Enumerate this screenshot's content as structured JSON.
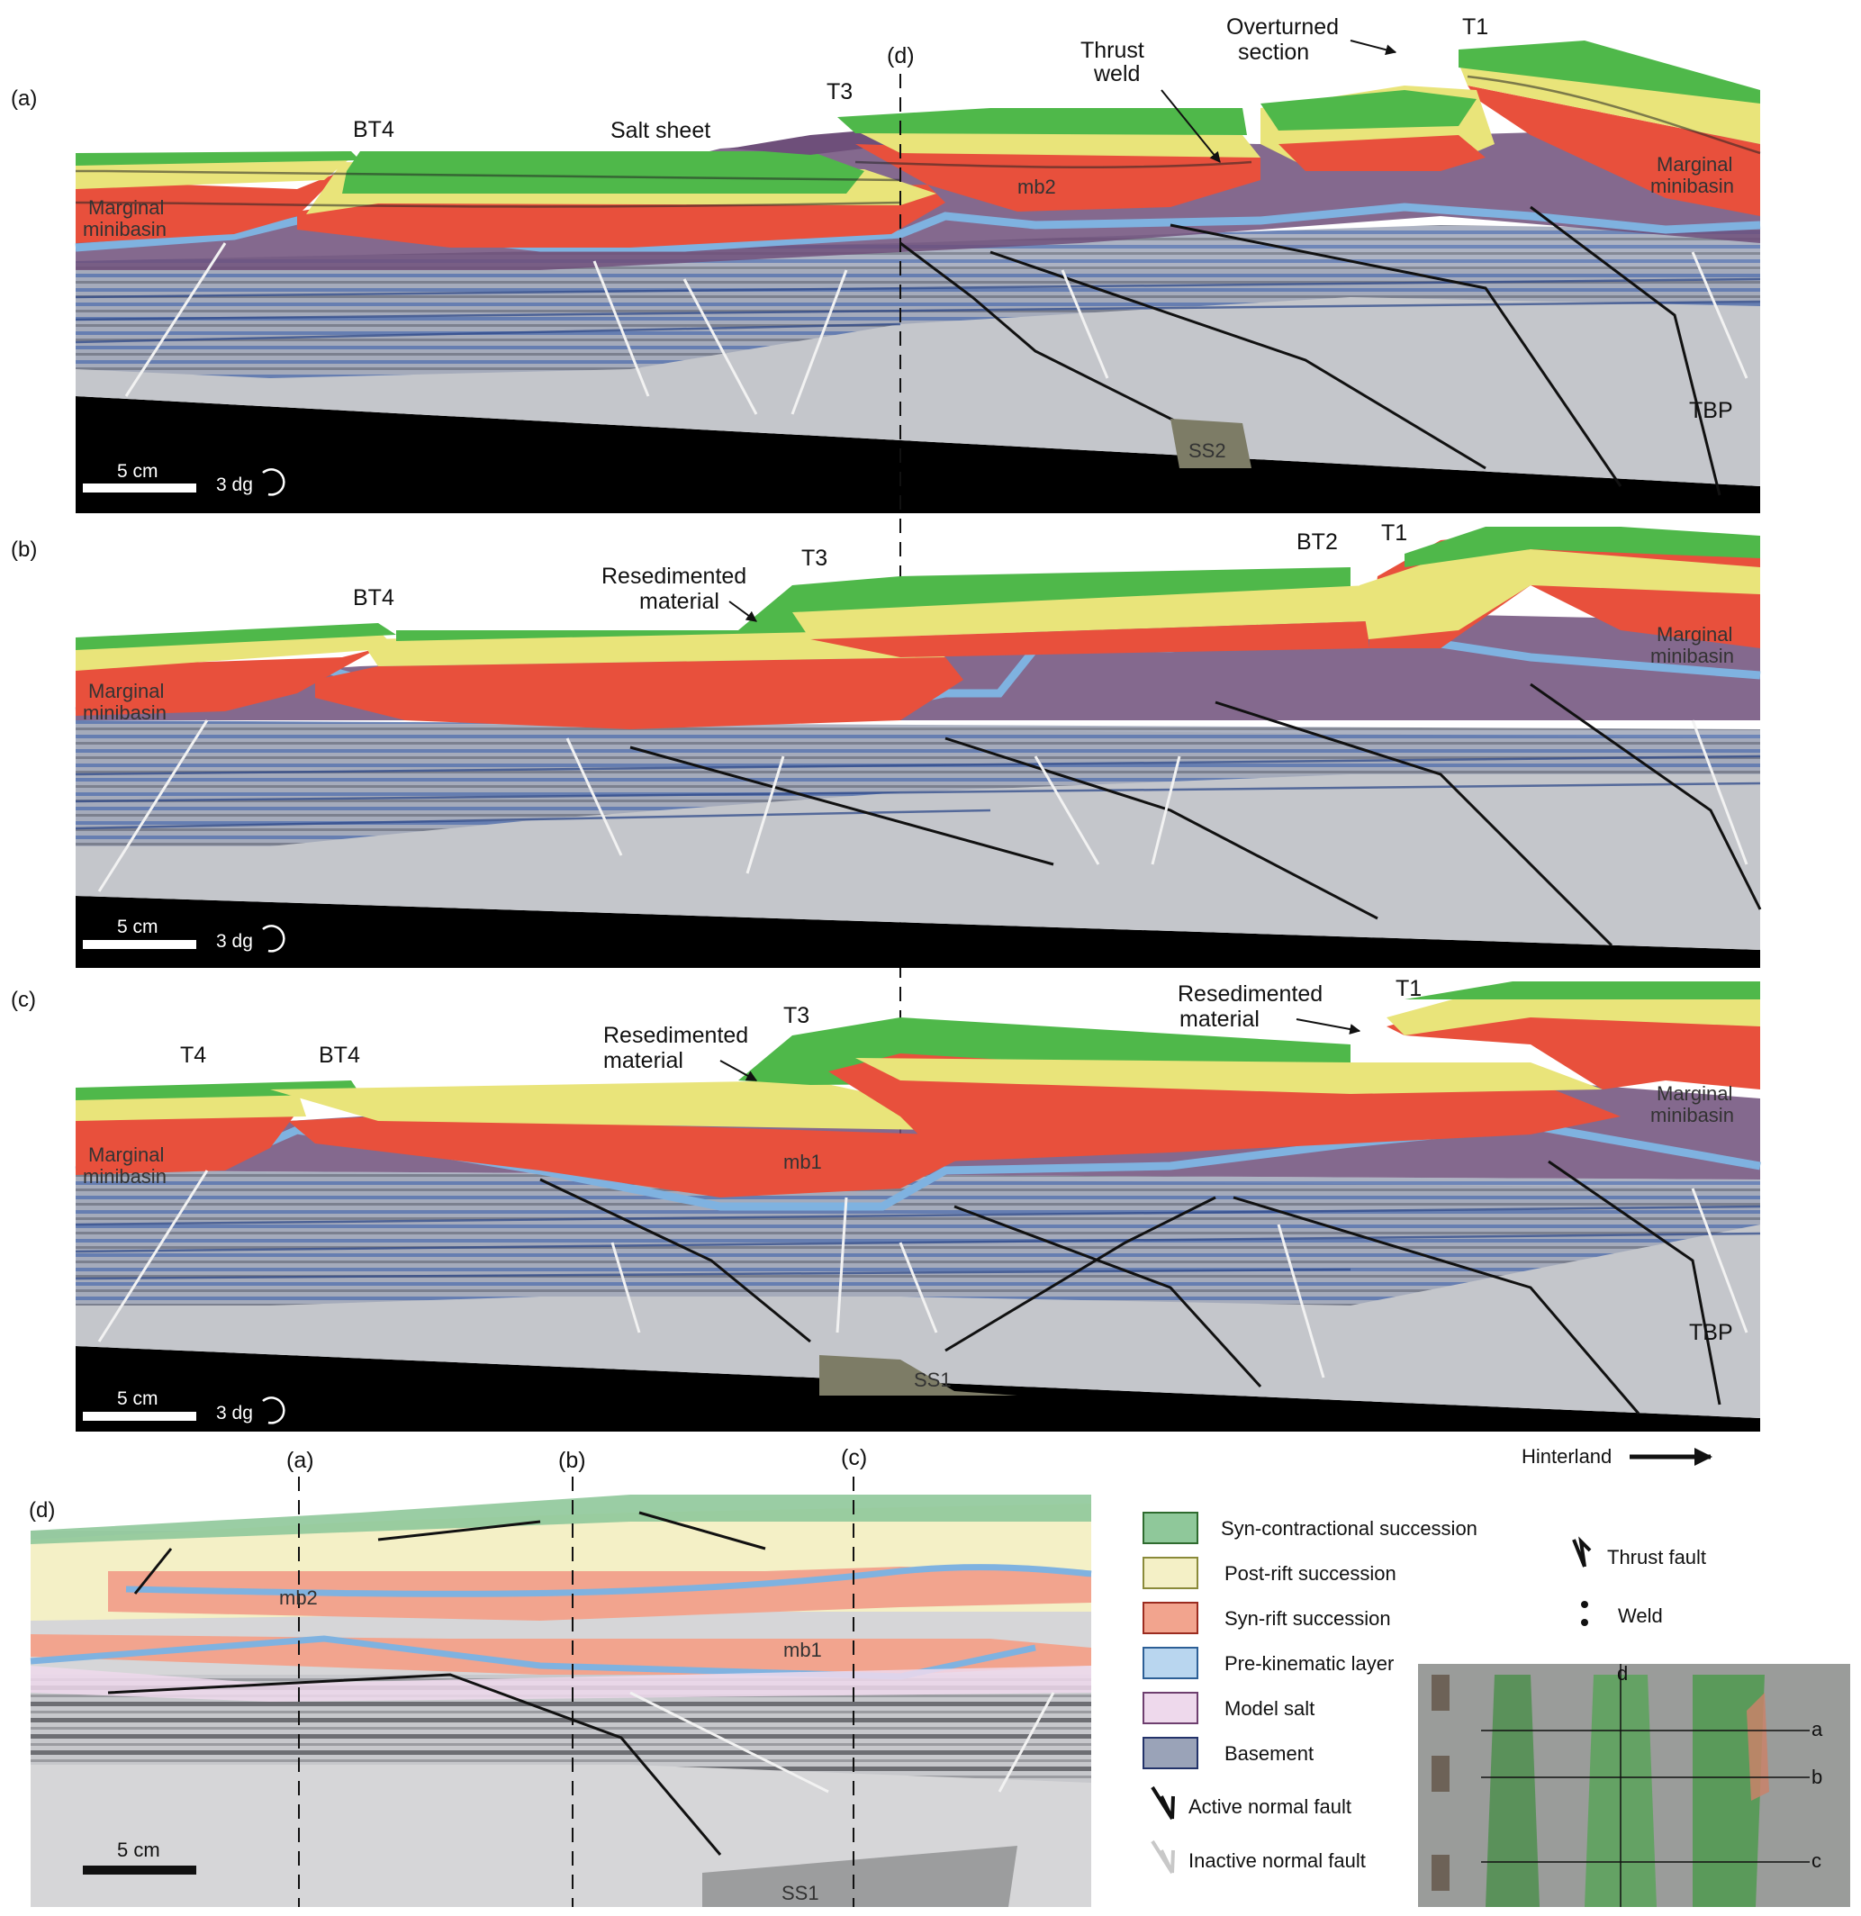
{
  "panels": {
    "a": {
      "letter": "(a)",
      "labels": {
        "bt4": "BT4",
        "salt_sheet": "Salt sheet",
        "t3": "T3",
        "d_marker": "(d)",
        "thrust_weld": "Thrust\nweld",
        "overturned": "Overturned\nsection",
        "t1": "T1",
        "mb2": "mb2",
        "marginal_left": "Marginal\nminibasin",
        "marginal_right": "Marginal\nminibasin",
        "tbp": "TBP",
        "ss2": "SS2"
      },
      "scale": "5 cm",
      "rotation": "3 dg"
    },
    "b": {
      "letter": "(b)",
      "labels": {
        "bt4": "BT4",
        "resedimented": "Resedimented\nmaterial",
        "t3": "T3",
        "bt2": "BT2",
        "t1": "T1",
        "marginal_left": "Marginal\nminibasin",
        "marginal_right": "Marginal\nminibasin"
      },
      "scale": "5 cm",
      "rotation": "3 dg"
    },
    "c": {
      "letter": "(c)",
      "labels": {
        "t4": "T4",
        "bt4": "BT4",
        "resedimented_mid": "Resedimented\nmaterial",
        "t3": "T3",
        "resedimented_right": "Resedimented\nmaterial",
        "t1": "T1",
        "mb1": "mb1",
        "marginal_left": "Marginal\nminibasin",
        "marginal_right": "Marginal\nminibasin",
        "tbp": "TBP",
        "ss1": "SS1"
      },
      "scale": "5 cm",
      "rotation": "3 dg",
      "hinterland": "Hinterland"
    },
    "d": {
      "letter": "(d)",
      "section_markers": [
        "(a)",
        "(b)",
        "(c)"
      ],
      "labels": {
        "mb2": "mb2",
        "mb1": "mb1",
        "ss1": "SS1"
      },
      "scale": "5 cm"
    }
  },
  "legend": {
    "units": [
      {
        "label": "Syn-contractional succession",
        "color": "#8fc89a"
      },
      {
        "label": "Post-rift succession",
        "color": "#f4f0c6"
      },
      {
        "label": "Syn-rift succession",
        "color": "#f2a48e"
      },
      {
        "label": "Pre-kinematic layer",
        "color": "#b9d6ef"
      },
      {
        "label": "Model salt",
        "color": "#eed9ec"
      },
      {
        "label": "Basement",
        "color": "#9aa3b8"
      }
    ],
    "symbols": [
      {
        "label": "Thrust fault"
      },
      {
        "label": "Weld"
      },
      {
        "label": "Active normal fault"
      },
      {
        "label": "Inactive normal fault"
      }
    ]
  },
  "inset": {
    "letters": [
      "d",
      "a",
      "b",
      "c"
    ]
  },
  "colors": {
    "syn_contractional": "#4fb84a",
    "post_rift": "#e9e47a",
    "syn_rift": "#e8503c",
    "pre_kinematic": "#7fb2e0",
    "salt": "#6e4f7a",
    "basement": "#b9bcc6",
    "floor": "#000000"
  }
}
